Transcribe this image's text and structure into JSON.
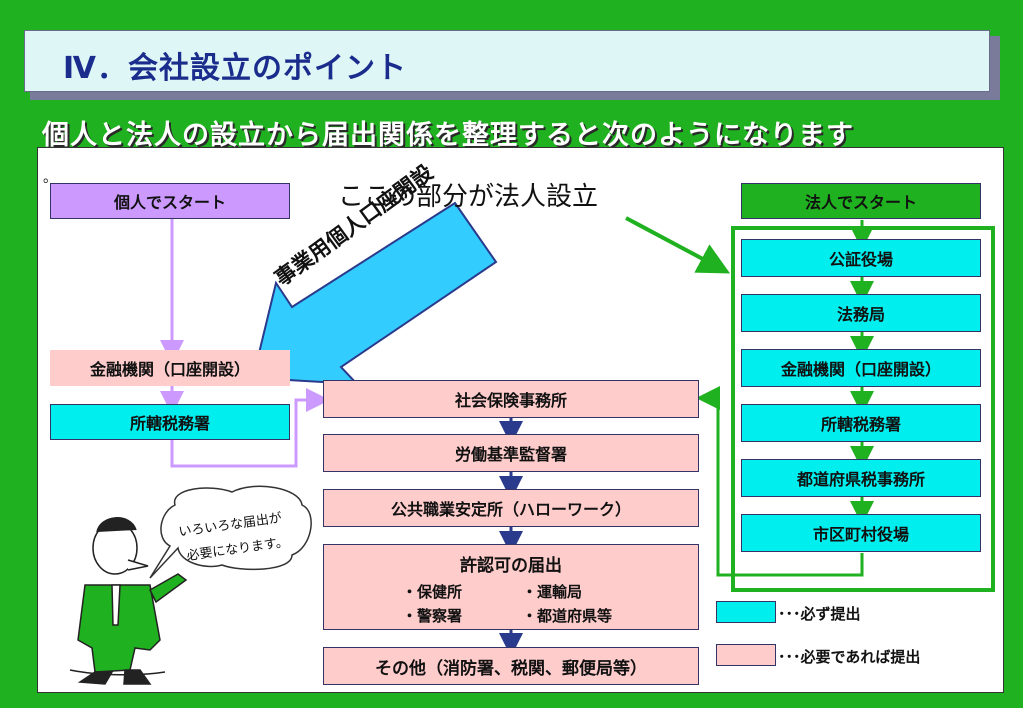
{
  "title": "Ⅳ．会社設立のポイント",
  "subtitle": "個人と法人の設立から届出関係を整理すると次のようになります",
  "dot": "。",
  "callout": "ここの部分が法人設立",
  "arrow_label": "事業用個人口座開設",
  "personal": {
    "start": "個人でスタート",
    "bank": "金融機関（口座開設）",
    "tax": "所轄税務署"
  },
  "corporate": {
    "start": "法人でスタート",
    "steps": [
      "公証役場",
      "法務局",
      "金融機関（口座開設）",
      "所轄税務署",
      "都道府県税事務所",
      "市区町村役場"
    ]
  },
  "center": {
    "steps": [
      "社会保険事務所",
      "労働基準監督署",
      "公共職業安定所（ハローワーク）"
    ],
    "permit_title": "許認可の届出",
    "permit_items": [
      "・保健所",
      "・運輸局",
      "・警察署",
      "・都道府県等"
    ],
    "other": "その他（消防署、税関、郵便局等）"
  },
  "speech": {
    "line1": "いろいろな届出が",
    "line2": "必要になります。"
  },
  "legend": {
    "required": "･･･必ず提出",
    "optional": "･･･必要であれば提出"
  },
  "colors": {
    "background": "#1fb11f",
    "required": "#00eeee",
    "optional": "#ffcccc",
    "personal": "#cc99ff",
    "title_text": "#1b2d8c"
  }
}
